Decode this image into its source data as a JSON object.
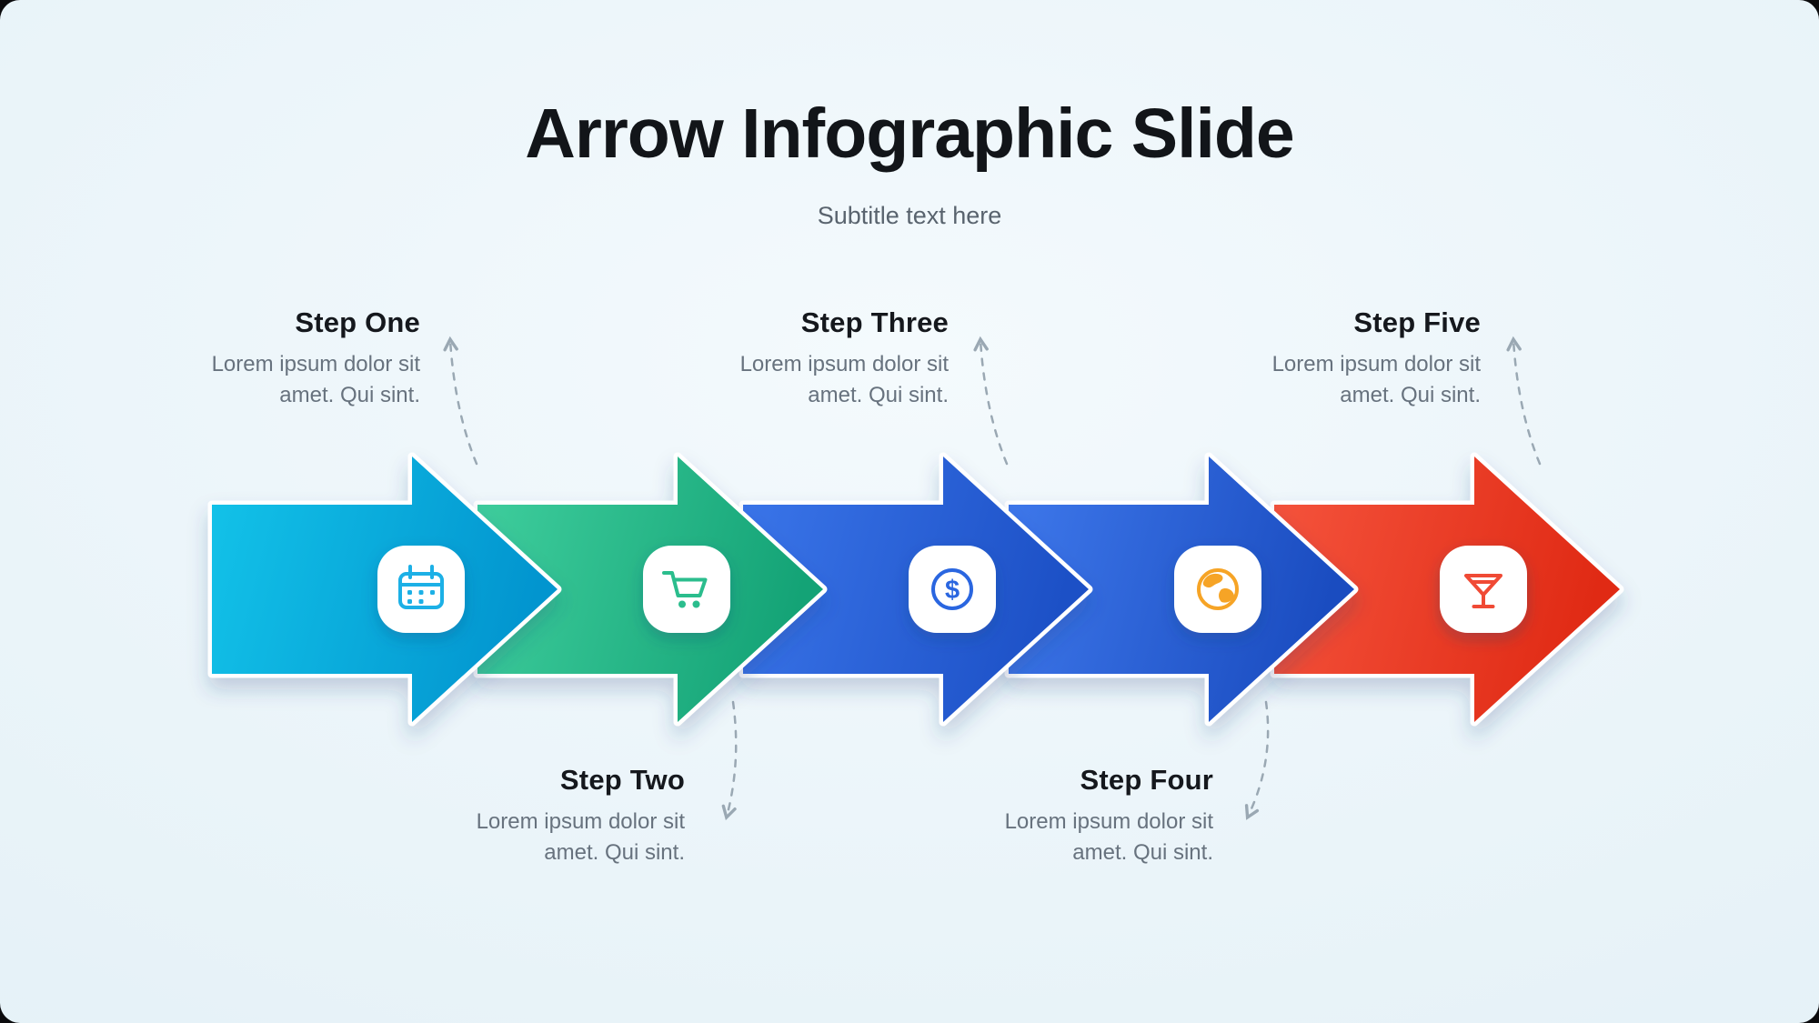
{
  "slide": {
    "title": "Arrow Infographic Slide",
    "subtitle": "Subtitle text here"
  },
  "steps": [
    {
      "label": "Step One",
      "description": [
        "Lorem ipsum dolor sit",
        "amet. Qui sint."
      ],
      "label_position": "top",
      "icon": "calendar-icon",
      "icon_color": "#1cb0e6",
      "arrow_gradient": [
        "#13c3e9",
        "#0295cf"
      ]
    },
    {
      "label": "Step Two",
      "description": [
        "Lorem ipsum dolor sit",
        "amet. Qui sint."
      ],
      "label_position": "bottom",
      "icon": "shopping-cart-icon",
      "icon_color": "#2bbd8d",
      "arrow_gradient": [
        "#40cf9e",
        "#14a376"
      ]
    },
    {
      "label": "Step Three",
      "description": [
        "Lorem ipsum dolor sit",
        "amet. Qui sint."
      ],
      "label_position": "top",
      "icon": "dollar-coin-icon",
      "icon_glyph": "$",
      "icon_color": "#2a66e0",
      "arrow_gradient": [
        "#3b76ea",
        "#1c50c6"
      ]
    },
    {
      "label": "Step Four",
      "description": [
        "Lorem ipsum dolor sit",
        "amet. Qui sint."
      ],
      "label_position": "bottom",
      "icon": "globe-icon",
      "icon_color": "#f6a426",
      "arrow_gradient": [
        "#3b76ea",
        "#1c50c6"
      ]
    },
    {
      "label": "Step Five",
      "description": [
        "Lorem ipsum dolor sit",
        "amet. Qui sint."
      ],
      "label_position": "top",
      "icon": "martini-icon",
      "icon_color": "#f04a35",
      "arrow_gradient": [
        "#f5543d",
        "#e02a14"
      ]
    }
  ],
  "colors": {
    "background": "#e9f3f8",
    "text_primary": "#15181d",
    "text_secondary": "#67727e",
    "connector": "#9aa8b3",
    "icon_chip": "#ffffff"
  }
}
